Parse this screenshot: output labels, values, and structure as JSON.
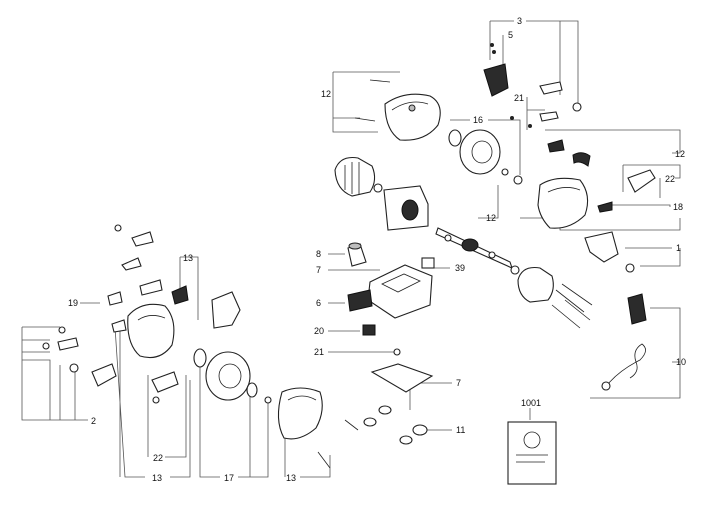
{
  "callouts": [
    {
      "id": "c3",
      "text": "3"
    },
    {
      "id": "c5",
      "text": "5"
    },
    {
      "id": "c12a",
      "text": "12"
    },
    {
      "id": "c21a",
      "text": "21"
    },
    {
      "id": "c16",
      "text": "16"
    },
    {
      "id": "c12b",
      "text": "12"
    },
    {
      "id": "c22a",
      "text": "22"
    },
    {
      "id": "c18",
      "text": "18"
    },
    {
      "id": "c12c",
      "text": "12"
    },
    {
      "id": "c1",
      "text": "1"
    },
    {
      "id": "c8",
      "text": "8"
    },
    {
      "id": "c7a",
      "text": "7"
    },
    {
      "id": "c39",
      "text": "39"
    },
    {
      "id": "c6",
      "text": "6"
    },
    {
      "id": "c20",
      "text": "20"
    },
    {
      "id": "c21b",
      "text": "21"
    },
    {
      "id": "c7b",
      "text": "7"
    },
    {
      "id": "c11",
      "text": "11"
    },
    {
      "id": "c10",
      "text": "10"
    },
    {
      "id": "c1001",
      "text": "1001"
    },
    {
      "id": "c13a",
      "text": "13"
    },
    {
      "id": "c19",
      "text": "19"
    },
    {
      "id": "c2",
      "text": "2"
    },
    {
      "id": "c22b",
      "text": "22"
    },
    {
      "id": "c13b",
      "text": "13"
    },
    {
      "id": "c17",
      "text": "17"
    },
    {
      "id": "c13c",
      "text": "13"
    }
  ]
}
